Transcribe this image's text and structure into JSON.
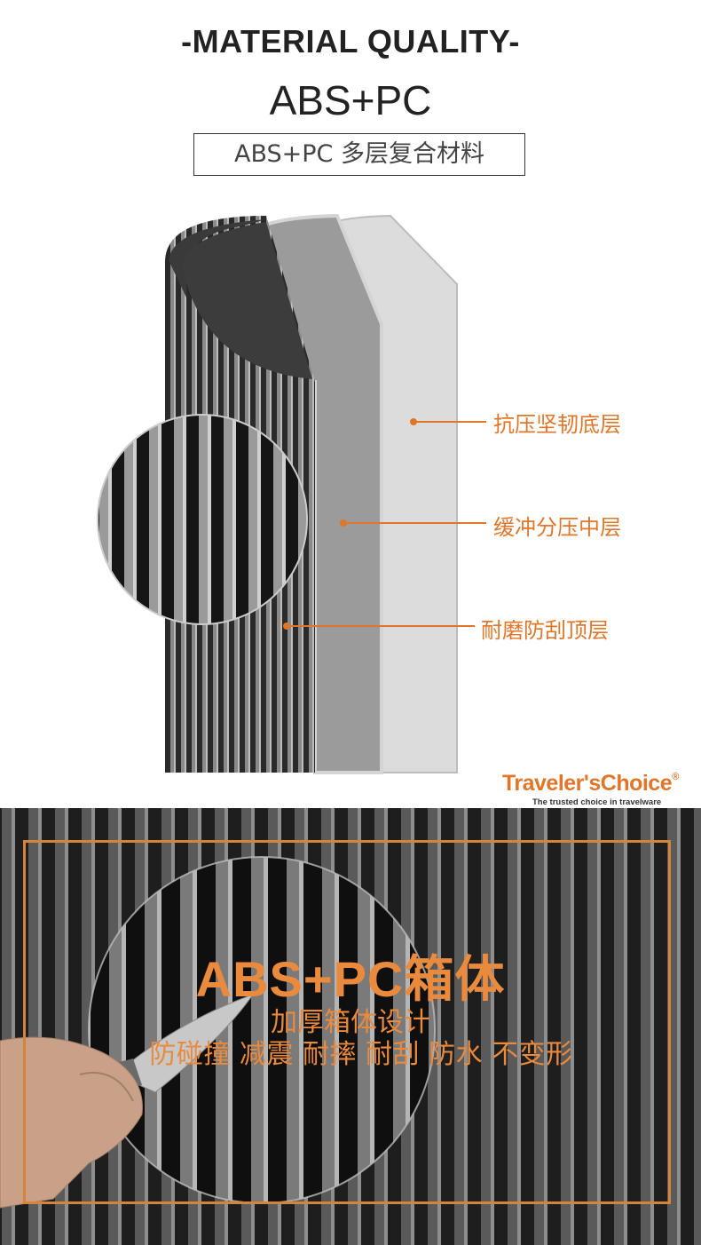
{
  "header": {
    "title": "-MATERIAL QUALITY-",
    "subtitle": "ABS+PC",
    "boxed_label": "ABS+PC 多层复合材料"
  },
  "layers": {
    "callouts": [
      "抗压坚韧底层",
      "缓冲分压中层",
      "耐磨防刮顶层"
    ],
    "callout_color": "#e0762a",
    "layer_colors": [
      "#d9d9d9",
      "#9e9e9e",
      "#3a3a3a"
    ]
  },
  "brand": {
    "name": "Traveler's",
    "name2": "Choice",
    "registered": "®",
    "tagline": "The trusted choice in travelware",
    "color": "#e0762a"
  },
  "feature": {
    "title": "ABS+PC箱体",
    "line1": "加厚箱体设计",
    "line2": "防碰撞 减震 耐摔 耐刮 防水 不变形",
    "accent": "#e98a3c"
  }
}
